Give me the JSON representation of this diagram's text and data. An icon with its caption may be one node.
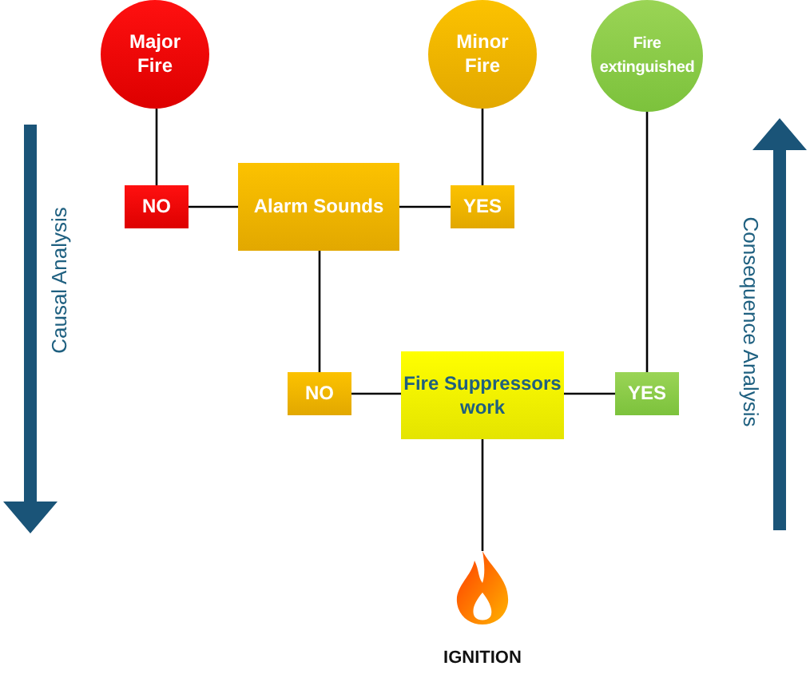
{
  "diagram": {
    "nodes": [
      {
        "text": [
          "Major Fire"
        ]
      },
      {
        "text": [
          "Minor Fire"
        ]
      },
      {
        "text": [
          "Fire extinguished"
        ]
      },
      {
        "text": [
          "NO"
        ]
      },
      {
        "text": [
          "Alarm Sounds"
        ]
      },
      {
        "text": [
          "YES"
        ]
      },
      {
        "text": [
          "NO"
        ]
      },
      {
        "text": [
          "Fire Suppressors work"
        ]
      },
      {
        "text": [
          "YES"
        ]
      },
      {
        "text": [
          "IGNITION"
        ]
      }
    ],
    "edges": [
      {
        "from": 9,
        "to": 7,
        "arrow": "none"
      },
      {
        "from": 7,
        "to": 6,
        "arrow": "none"
      },
      {
        "from": 7,
        "to": 8,
        "arrow": "none"
      },
      {
        "from": 6,
        "to": 4,
        "arrow": "none"
      },
      {
        "from": 8,
        "to": 2,
        "arrow": "none"
      },
      {
        "from": 4,
        "to": 3,
        "arrow": "none"
      },
      {
        "from": 4,
        "to": 5,
        "arrow": "none"
      },
      {
        "from": 3,
        "to": 0,
        "arrow": "none"
      },
      {
        "from": 5,
        "to": 1,
        "arrow": "none"
      }
    ],
    "labels": [
      "Causal Analysis",
      "Consequence Analysis"
    ]
  }
}
